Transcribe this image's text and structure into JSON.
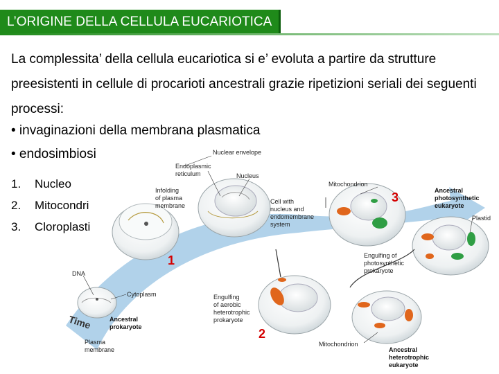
{
  "title": "L’ORIGINE DELLA CELLULA EUCARIOTICA",
  "intro": "La complessita’ della cellula eucariotica si e’ evoluta a partire da strutture preesistenti in cellule di procarioti ancestrali grazie ripetizioni seriali dei seguenti processi:",
  "bullets": [
    "• invaginazioni della membrana plasmatica",
    "• endosimbiosi"
  ],
  "numbered": [
    {
      "n": "1.",
      "text": "Nucleo"
    },
    {
      "n": "2.",
      "text": "Mitocondri"
    },
    {
      "n": "3.",
      "text": "Cloroplasti"
    }
  ],
  "figure": {
    "markers": [
      "1",
      "2",
      "3"
    ],
    "labels": {
      "nuclear_envelope": "Nuclear envelope",
      "er_1": "Endoplasmic",
      "er_2": "reticulum",
      "nucleus": "Nucleus",
      "mitochondrion_top": "Mitochondrion",
      "ancestral_photo_1": "Ancestral",
      "ancestral_photo_2": "photosynthetic",
      "ancestral_photo_3": "eukaryote",
      "infolding_1": "Infolding",
      "infolding_2": "of plasma",
      "infolding_3": "membrane",
      "cell_with_1": "Cell with",
      "cell_with_2": "nucleus and",
      "cell_with_3": "endomembrane",
      "cell_with_4": "system",
      "plastid": "Plastid",
      "engulf_photo_1": "Engulfing of",
      "engulf_photo_2": "photosynthetic",
      "engulf_photo_3": "prokaryote",
      "dna": "DNA",
      "cytoplasm": "Cytoplasm",
      "engulf_aerobic_1": "Engulfing",
      "engulf_aerobic_2": "of aerobic",
      "engulf_aerobic_3": "heterotrophic",
      "engulf_aerobic_4": "prokaryote",
      "time": "Time",
      "ancestral_prok_1": "Ancestral",
      "ancestral_prok_2": "prokaryote",
      "plasma_mem_1": "Plasma",
      "plasma_mem_2": "membrane",
      "mitochondrion_bottom": "Mitochondrion",
      "ancestral_het_1": "Ancestral",
      "ancestral_het_2": "heterotrophic",
      "ancestral_het_3": "eukaryote"
    }
  },
  "colors": {
    "title_bg": "#1f8a1a",
    "marker": "#d40000",
    "mitochondria": "#e0661c",
    "plastid": "#2f9e44",
    "arrow": "#a9cde8"
  }
}
